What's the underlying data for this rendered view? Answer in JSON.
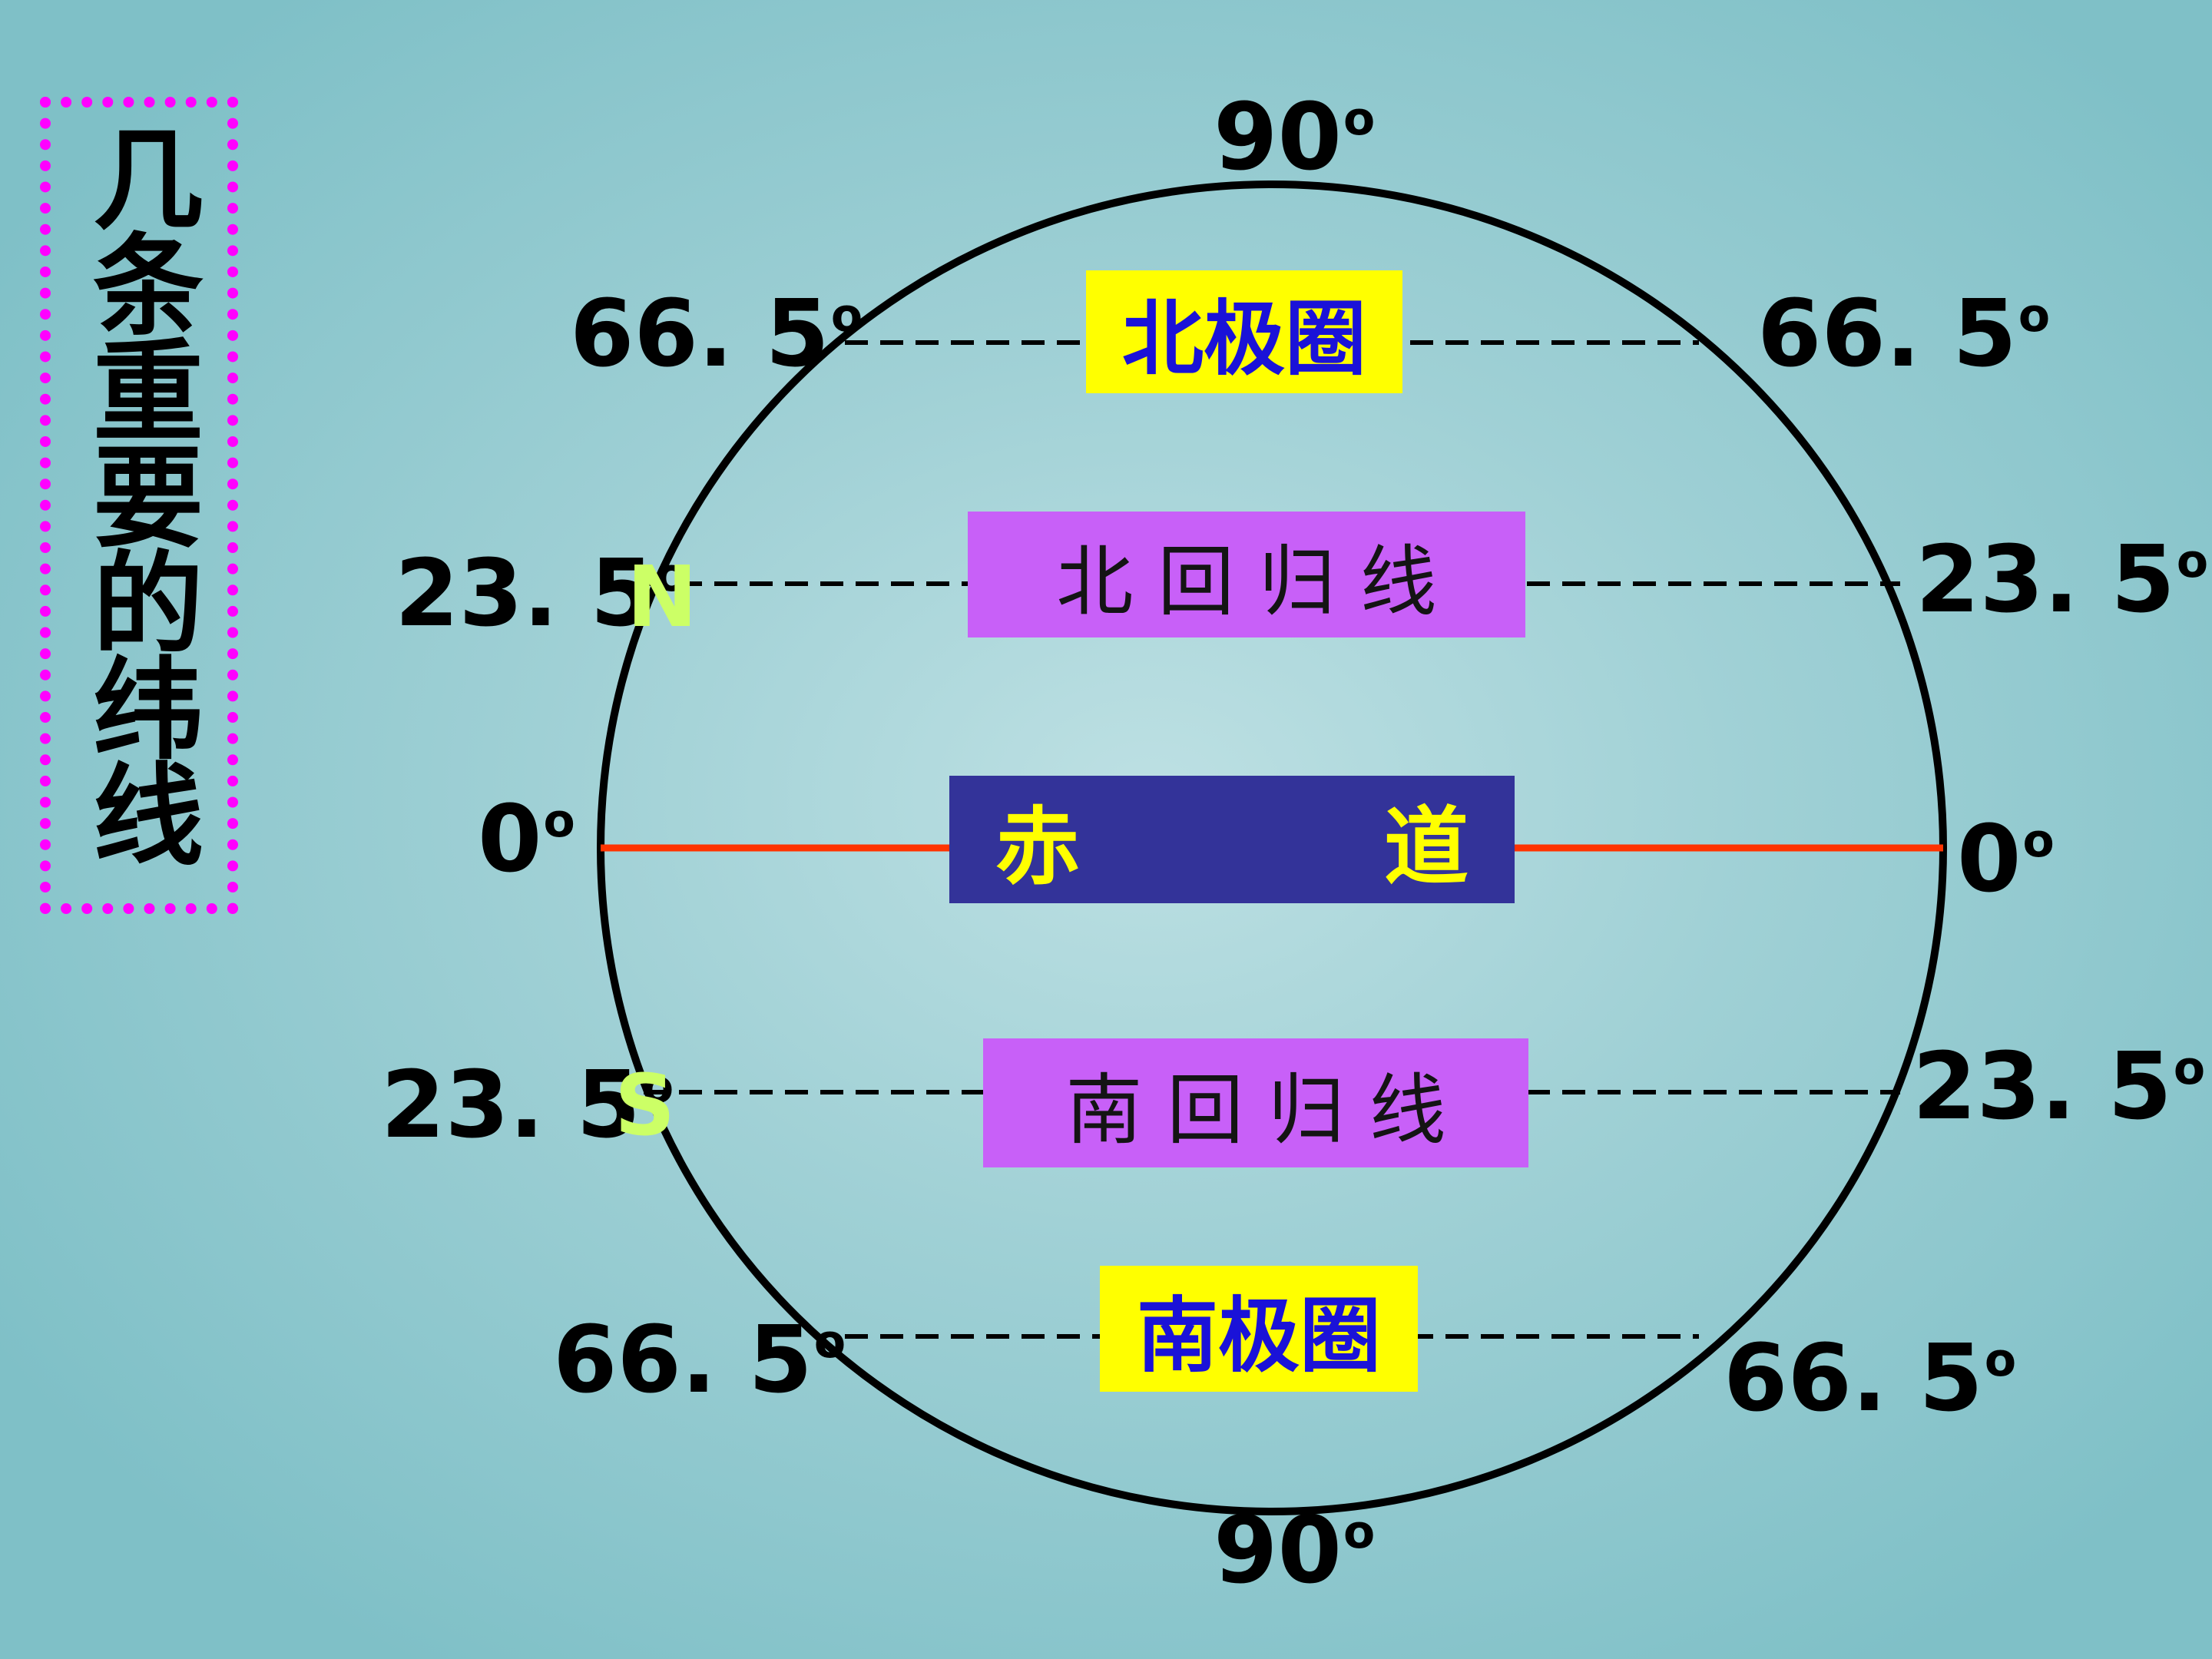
{
  "side_title": "几条重要的纬线",
  "degree_symbol": "o",
  "labels": {
    "pole_top": "90",
    "pole_bottom": "90",
    "arctic_left": "66. 5",
    "arctic_right": "66. 5",
    "cancer_left": "23. 5",
    "cancer_right": "23. 5",
    "equator_left": "0",
    "equator_right": "0",
    "capricorn_left": "23. 5",
    "capricorn_right": "23. 5",
    "antarctic_left": "66. 5",
    "antarctic_right": "66. 5"
  },
  "hemisphere": {
    "north": "N",
    "south": "S"
  },
  "lines": {
    "arctic_circle": "北极圈",
    "tropic_of_cancer": "北 回 归 线",
    "equator_left": "赤",
    "equator_right": "道",
    "tropic_of_capricorn": "南 回 归 线",
    "antarctic_circle": "南极圈"
  },
  "colors": {
    "circle": "#000000",
    "equator_line": "#ff3300",
    "polar_box": "#ffff00",
    "polar_text": "#1a12d8",
    "tropic_box": "#c860f8",
    "equator_box": "#333399",
    "equator_text": "#ffff00",
    "hemisphere_letter": "#ccff66",
    "title_border": "#ff00ff"
  }
}
